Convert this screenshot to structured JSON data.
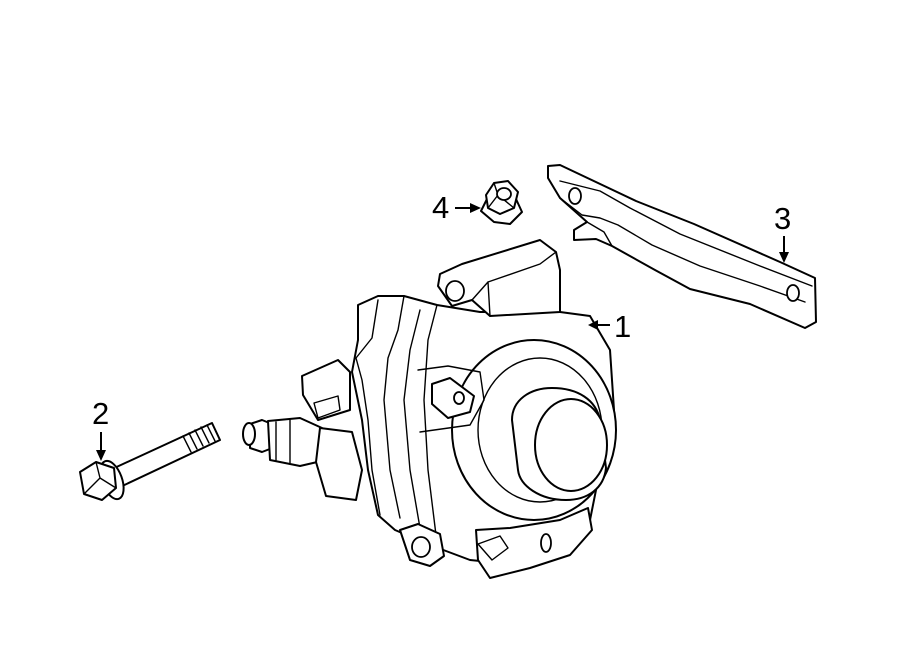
{
  "diagram": {
    "callouts": {
      "alternator": "1",
      "bolt": "2",
      "bracket": "3",
      "nut": "4"
    }
  }
}
